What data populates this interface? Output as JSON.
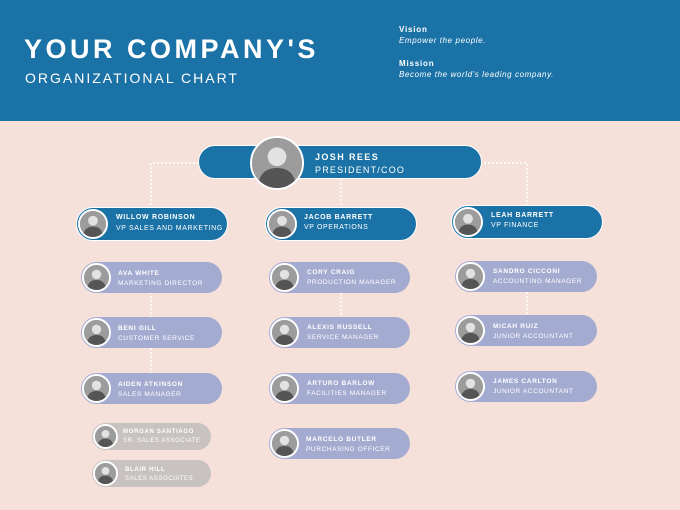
{
  "header": {
    "title": "YOUR COMPANY'S",
    "subtitle": "ORGANIZATIONAL CHART",
    "vision_label": "Vision",
    "vision_text": "Empower the people.",
    "mission_label": "Mission",
    "mission_text": "Become the world's leading company."
  },
  "ceo": {
    "name": "JOSH REES",
    "role": "PRESIDENT/COO"
  },
  "vps": [
    {
      "name": "WILLOW ROBINSON",
      "role": "VP SALES AND MARKETING"
    },
    {
      "name": "JACOB BARRETT",
      "role": "VP OPERATIONS"
    },
    {
      "name": "LEAH BARRETT",
      "role": "VP FINANCE"
    }
  ],
  "sales": [
    {
      "name": "AVA WHITE",
      "role": "MARKETING DIRECTOR"
    },
    {
      "name": "BENI GILL",
      "role": "CUSTOMER SERVICE"
    },
    {
      "name": "AIDEN ATKINSON",
      "role": "SALES MANAGER"
    },
    {
      "name": "MORGAN SANTIAGO",
      "role": "SR. SALES ASSOCIATE"
    },
    {
      "name": "BLAIR HILL",
      "role": "SALES ASSOCIATES"
    }
  ],
  "operations": [
    {
      "name": "CORY CRAIG",
      "role": "PRODUCTION MANAGER"
    },
    {
      "name": "ALEXIS RUSSELL",
      "role": "SERVICE MANAGER"
    },
    {
      "name": "ARTURO BARLOW",
      "role": "FACILITIES MANAGER"
    },
    {
      "name": "MARCELO BUTLER",
      "role": "PURCHASING OFFICER"
    }
  ],
  "finance": [
    {
      "name": "SANDRO CICCONI",
      "role": "ACCOUNTING MANAGER"
    },
    {
      "name": "MICAH RUIZ",
      "role": "JUNIOR ACCOUNTANT"
    },
    {
      "name": "JAMES CARLTON",
      "role": "JUNIOR ACCOUNTANT"
    }
  ],
  "colors": {
    "header_bg": "#1b72a6",
    "page_bg": "#f6e0da",
    "vp_pill": "#1b72a6",
    "manager_pill": "#a4abd0",
    "associate_pill": "#c8c2c0"
  }
}
